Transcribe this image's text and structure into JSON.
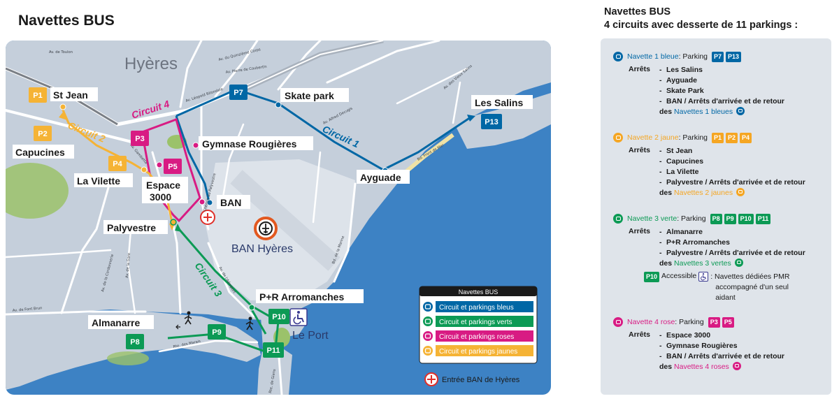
{
  "map_title": "Navettes BUS",
  "colors": {
    "blue": "#0067a5",
    "green": "#0c9a55",
    "pink": "#d81b83",
    "yellow": "#f5b335",
    "water": "#3d82c4",
    "land": "#c5cfdb",
    "dark": "#1a1a1a"
  },
  "map": {
    "town": "Hyères",
    "airport": "BAN Hyères",
    "port": "Le Port",
    "circuits": {
      "c1": "Circuit 1",
      "c2": "Circuit 2",
      "c3": "Circuit 3",
      "c4": "Circuit 4"
    },
    "stops": {
      "st_jean": "St Jean",
      "capucines": "Capucines",
      "la_vilette": "La Vilette",
      "espace3000": "Espace\n3000",
      "gymnase": "Gymnase Rougières",
      "skate": "Skate park",
      "les_salins": "Les Salins",
      "ayguade": "Ayguade",
      "ban": "BAN",
      "palyvestre": "Palyvestre",
      "arromanches": "P+R Arromanches",
      "almanarre": "Almanarre"
    },
    "parkings": [
      "P1",
      "P2",
      "P3",
      "P4",
      "P5",
      "P7",
      "P8",
      "P9",
      "P10",
      "P11",
      "P13"
    ],
    "streets": {
      "s1": "Av. de Toulon",
      "s2": "Av. du Quinzième Corps",
      "s3": "Av. Pierre de Coubertin",
      "s4": "Av. Léopold Ritondale",
      "s5": "Chemin du Palyvestre",
      "s6": "Av. Alfred Decugis",
      "s7": "Bd. Front de Mer",
      "s8": "Av. des Vieux Salins",
      "s9": "Av. de la Gare",
      "s10": "Av. de l'Aéroport",
      "s11": "Rte. des Marais",
      "s12": "Av. de Font Brun",
      "s13": "Av. de la Cordonnerie",
      "s14": "Bd. de la Marine",
      "s15": "Rte. de Giens",
      "s16": "Av. Gambetta"
    },
    "legend": {
      "title": "Navettes BUS",
      "items": [
        {
          "label": "Circuit et parkings bleus",
          "color": "#0067a5"
        },
        {
          "label": "Circuit et parkings verts",
          "color": "#0c9a55"
        },
        {
          "label": "Circuit et parkings roses",
          "color": "#d81b83"
        },
        {
          "label": "Circuit et parkings jaunes",
          "color": "#f5b335"
        }
      ],
      "entry": "Entrée BAN de Hyères"
    }
  },
  "panel": {
    "title_line1": "Navettes BUS",
    "title_line2": "4 circuits avec desserte de 11 parkings :",
    "parking_label": " : Parking",
    "stops_label": "Arrêts",
    "sections": [
      {
        "name": "Navette 1 bleue",
        "color": "#0067a5",
        "parkings": [
          "P7",
          "P13"
        ],
        "stops": [
          "Les Salins",
          "Ayguade",
          "Skate Park",
          "BAN / Arrêts d'arrivée et de retour"
        ],
        "stops_cont": "des ",
        "stops_cont_colored": "Navettes 1 bleues"
      },
      {
        "name": "Navette 2 jaune",
        "color": "#f5a623",
        "parkings": [
          "P1",
          "P2",
          "P4"
        ],
        "stops": [
          "St Jean",
          "Capucines",
          "La Vilette",
          "Palyvestre / Arrêts d'arrivée et de retour"
        ],
        "stops_cont": "des ",
        "stops_cont_colored": "Navettes 2 jaunes"
      },
      {
        "name": "Navette 3 verte",
        "color": "#0c9a55",
        "parkings": [
          "P8",
          "P9",
          "P10",
          "P11"
        ],
        "stops": [
          "Almanarre",
          "P+R Arromanches",
          "Palyvestre / Arrêts d'arrivée et de retour"
        ],
        "stops_cont": "des ",
        "stops_cont_colored": "Navettes 3 vertes",
        "pmr_parking": "P10",
        "pmr_text1": "Accessible",
        "pmr_text2": ": Navettes dédiées PMR",
        "pmr_text3": "accompagné d'un seul",
        "pmr_text4": "aidant"
      },
      {
        "name": "Navette 4 rose",
        "color": "#d81b83",
        "parkings": [
          "P3",
          "P5"
        ],
        "stops": [
          "Espace 3000",
          "Gymnase Rougières",
          "BAN / Arrêts d'arrivée et de retour"
        ],
        "stops_cont": "des ",
        "stops_cont_colored": "Navettes 4 roses"
      }
    ]
  }
}
